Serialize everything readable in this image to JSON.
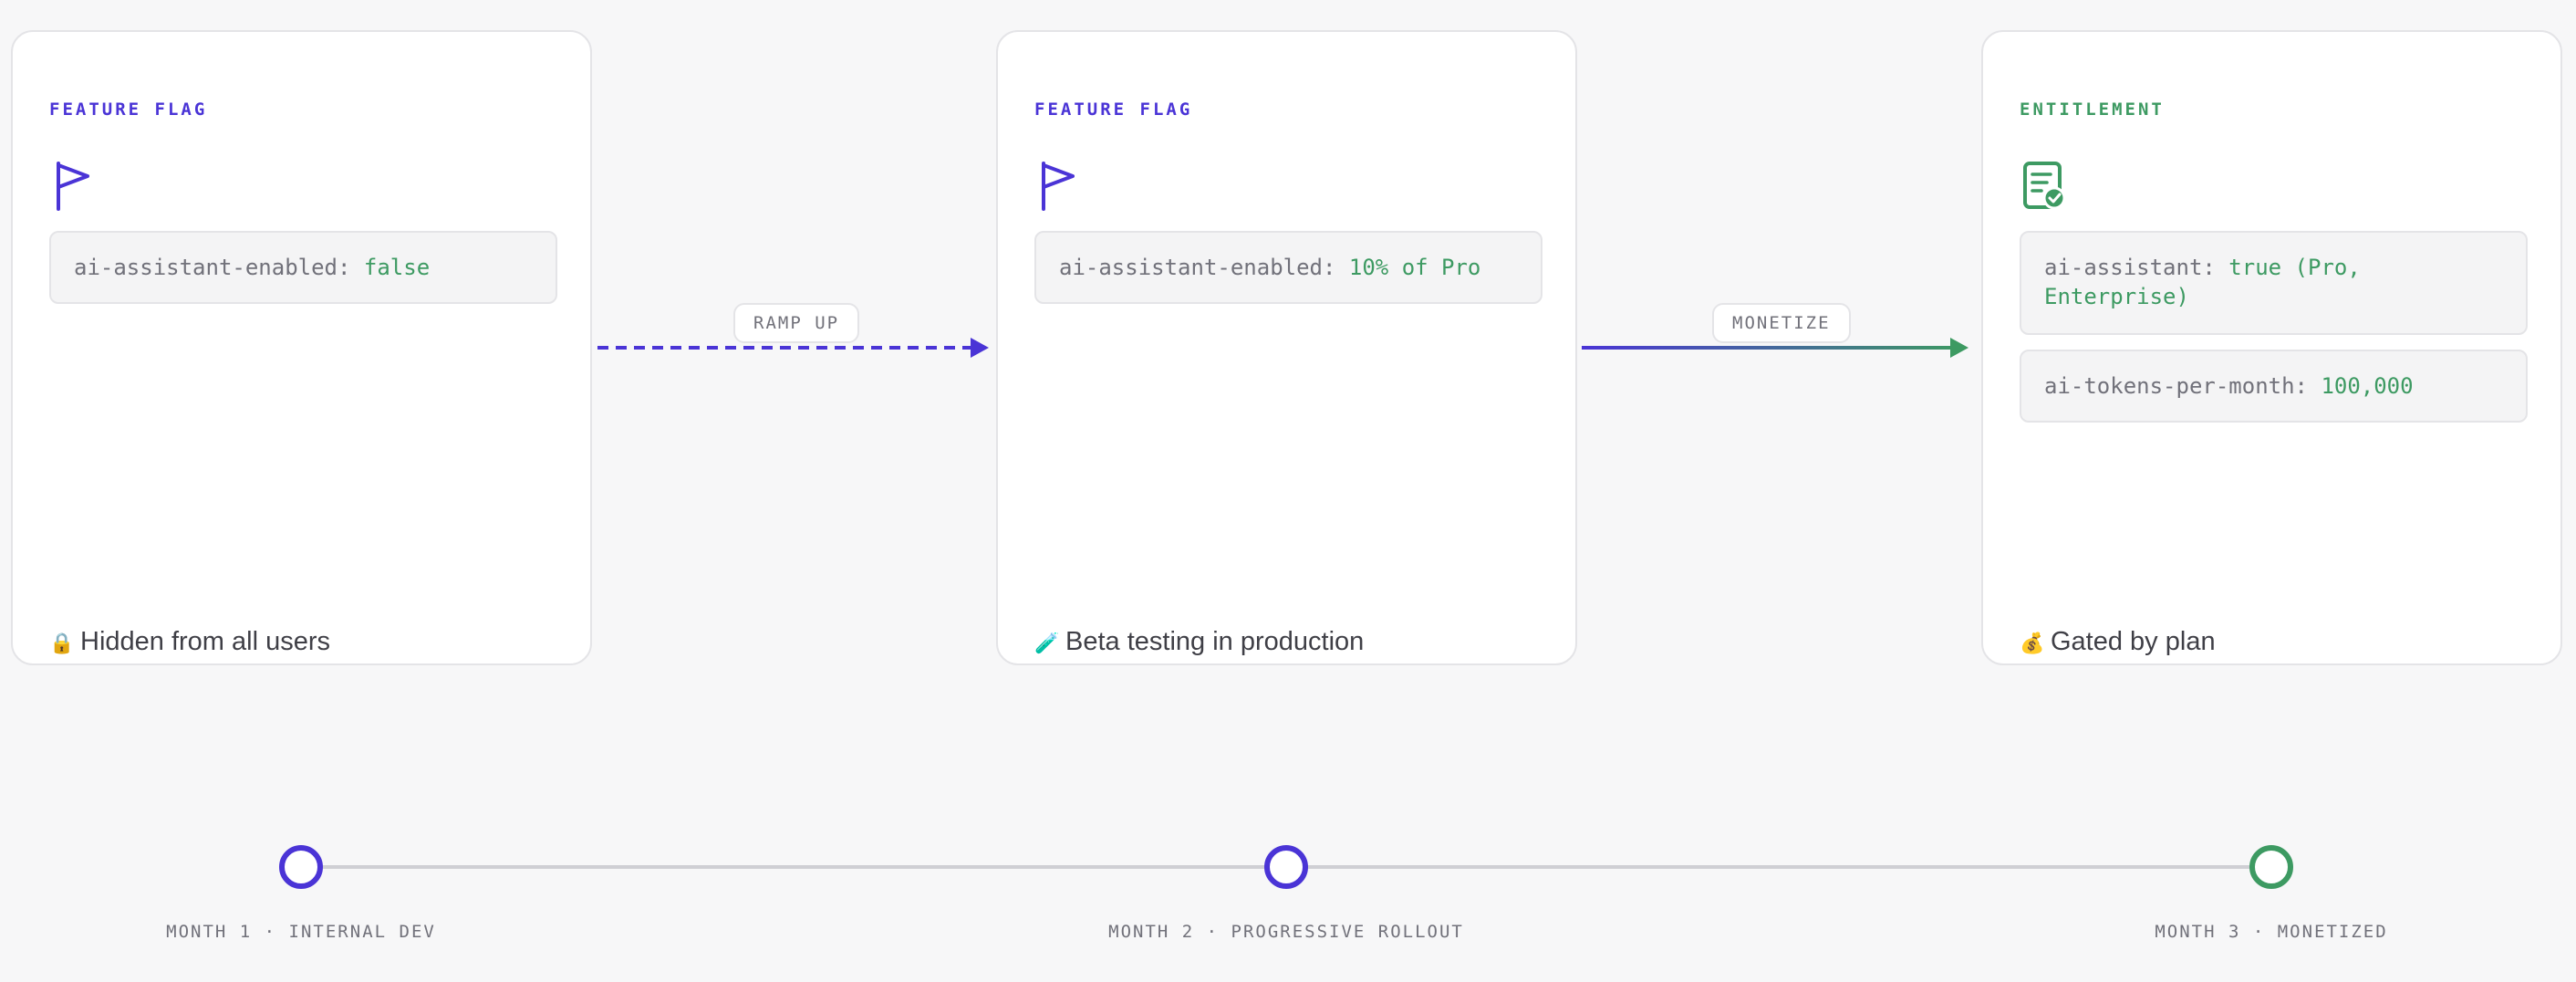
{
  "colors": {
    "flag_accent": "#4a34d6",
    "entitlement_accent": "#3d9a62",
    "value_green": "#3d9a62",
    "muted_text": "#71717a",
    "timeline_line": "#cfcfd4"
  },
  "cards": [
    {
      "kicker": "FEATURE FLAG",
      "icon": "flag-icon",
      "codes": [
        {
          "key": "ai-assistant-enabled:",
          "value": "false"
        }
      ],
      "footer_emoji": "🔒",
      "footer_text": "Hidden from all users"
    },
    {
      "kicker": "FEATURE FLAG",
      "icon": "flag-icon",
      "codes": [
        {
          "key": "ai-assistant-enabled:",
          "value": "10% of Pro"
        }
      ],
      "footer_emoji": "🧪",
      "footer_text": "Beta testing in production"
    },
    {
      "kicker": "ENTITLEMENT",
      "icon": "certificate-icon",
      "codes": [
        {
          "key": "ai-assistant:",
          "value": "true (Pro, Enterprise)"
        },
        {
          "key": "ai-tokens-per-month:",
          "value": "100,000"
        }
      ],
      "footer_emoji": "💰",
      "footer_text": "Gated by plan"
    }
  ],
  "connectors": [
    {
      "label": "RAMP UP",
      "style": "dashed"
    },
    {
      "label": "MONETIZE",
      "style": "solid-gradient"
    }
  ],
  "timeline": [
    {
      "label": "MONTH 1 · INTERNAL DEV"
    },
    {
      "label": "MONTH 2 · PROGRESSIVE ROLLOUT"
    },
    {
      "label": "MONTH 3 · MONETIZED"
    }
  ]
}
